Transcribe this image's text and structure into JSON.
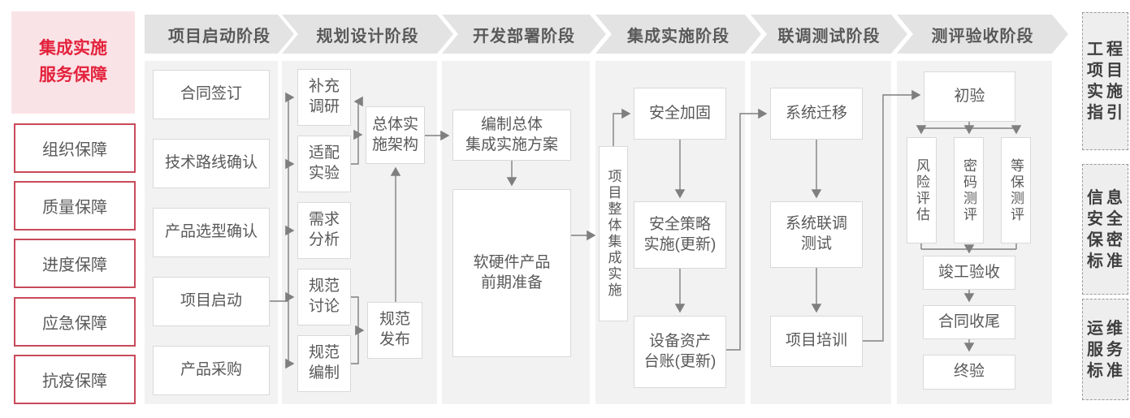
{
  "colors": {
    "accent_red": "#e4223c",
    "sidebar_border_red": "#c84a5a",
    "pink_bg": "#fae3e7",
    "header_gray": "#e3e3e3",
    "panel_gray": "#f2f2f2",
    "box_border": "#d9d9d9",
    "text_gray": "#595959",
    "arrow_gray": "#7f7f7f"
  },
  "left_sidebar": {
    "title": "集成实施\n服务保障",
    "items": [
      "组织保障",
      "质量保障",
      "进度保障",
      "应急保障",
      "抗疫保障"
    ]
  },
  "phases": [
    "项目启动阶段",
    "规划设计阶段",
    "开发部署阶段",
    "集成实施阶段",
    "联调测试阶段",
    "测评验收阶段"
  ],
  "flow": {
    "col1": [
      "合同签订",
      "技术路线确认",
      "产品选型确认",
      "项目启动",
      "产品采购"
    ],
    "col2": [
      "补充\n调研",
      "适配\n实验",
      "需求\n分析",
      "规范\n讨论",
      "规范\n编制",
      "总体实\n施架构",
      "规范\n发布"
    ],
    "col3": [
      "编制总体\n集成实施方案",
      "软硬件产品\n前期准备"
    ],
    "col4": [
      "项目整体集成实施",
      "安全加固",
      "安全策略\n实施(更新)",
      "设备资产\n台账(更新)"
    ],
    "col5": [
      "系统迁移",
      "系统联调\n测试",
      "项目培训"
    ],
    "col6": [
      "初验",
      "风险评估",
      "密码测评",
      "等保测评",
      "竣工验收",
      "合同收尾",
      "终验"
    ]
  },
  "right_sidebar": {
    "items": [
      "工程\n项目\n实施\n指引",
      "信息\n安全\n保密\n标准",
      "运维\n服务\n标准"
    ]
  }
}
